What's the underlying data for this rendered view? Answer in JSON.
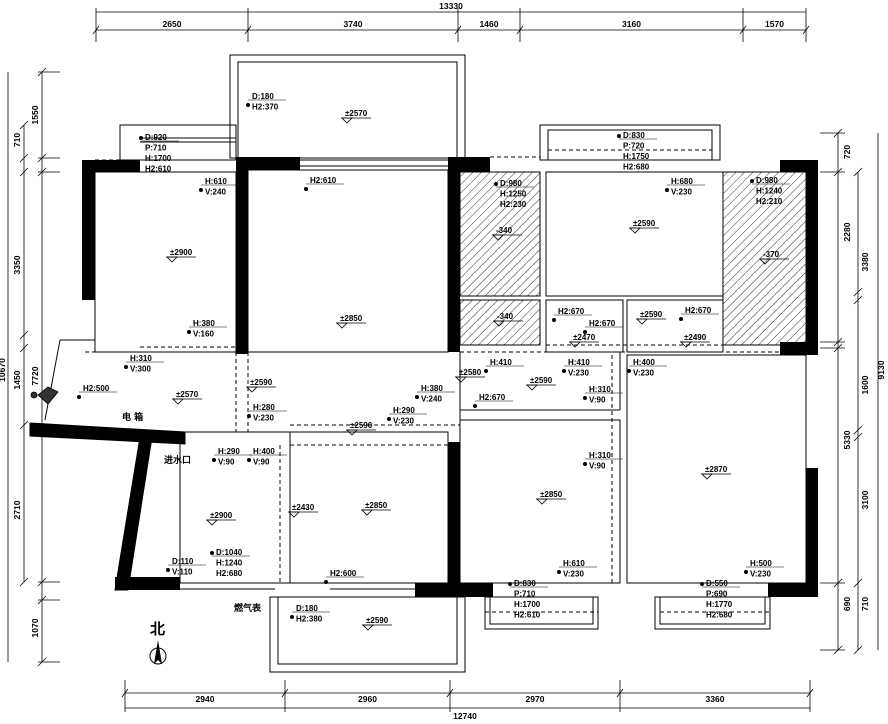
{
  "title": "Floor plan with elevation and outlet annotations",
  "dimensions": {
    "top_total": "13330",
    "top_segments": [
      "2650",
      "3740",
      "1460",
      "3160",
      "1570"
    ],
    "bottom_total": "12740",
    "bottom_segments": [
      "2940",
      "2960",
      "2970",
      "3360"
    ],
    "left_total": "10670",
    "left_inner": "7720",
    "left_segments": [
      "1550",
      "710",
      "3350",
      "1450",
      "2710",
      "1070"
    ],
    "right_total": "9130",
    "right_inner": [
      "720",
      "2280",
      "5330",
      "690"
    ],
    "right_outer": [
      "3380",
      "1600",
      "3100",
      "710"
    ]
  },
  "elevations": [
    "±2570",
    "±2900",
    "±2850",
    "±2590",
    "-340",
    "-340",
    "-370",
    "±2590",
    "±2470",
    "±2490",
    "±2580",
    "±2590",
    "±2570",
    "±2590",
    "±2590",
    "±2900",
    "±2430",
    "±2850",
    "±2850",
    "±2870",
    "±2590"
  ],
  "annotations": [
    {
      "lines": [
        "D:180",
        "H2:370"
      ]
    },
    {
      "lines": [
        "D:920",
        "P:710",
        "H:1700",
        "H2:610"
      ]
    },
    {
      "lines": [
        "H:610",
        "V:240"
      ]
    },
    {
      "lines": [
        "H2:610"
      ]
    },
    {
      "lines": [
        "H:380",
        "V:160"
      ]
    },
    {
      "lines": [
        "H:310",
        "V:300"
      ]
    },
    {
      "lines": [
        "H2:500"
      ]
    },
    {
      "lines": [
        "H:380",
        "V:240"
      ]
    },
    {
      "lines": [
        "H:280",
        "V:230"
      ]
    },
    {
      "lines": [
        "H:290",
        "V:230"
      ]
    },
    {
      "lines": [
        "H:290",
        "V:90"
      ]
    },
    {
      "lines": [
        "H:400",
        "V:90"
      ]
    },
    {
      "lines": [
        "D:110",
        "V:110"
      ]
    },
    {
      "lines": [
        "D:1040",
        "H:1240",
        "H2:680"
      ]
    },
    {
      "lines": [
        "H2:600"
      ]
    },
    {
      "lines": [
        "D:180",
        "H2:380"
      ]
    },
    {
      "lines": [
        "D:830",
        "P:720",
        "H:1750",
        "H2:680"
      ]
    },
    {
      "lines": [
        "D:980",
        "H:1250",
        "H2:230"
      ]
    },
    {
      "lines": [
        "H:680",
        "V:230"
      ]
    },
    {
      "lines": [
        "D:980",
        "H:1240",
        "H2:210"
      ]
    },
    {
      "lines": [
        "H2:670"
      ]
    },
    {
      "lines": [
        "H2:670"
      ]
    },
    {
      "lines": [
        "H2:670"
      ]
    },
    {
      "lines": [
        "H:410"
      ]
    },
    {
      "lines": [
        "H:410",
        "V:230"
      ]
    },
    {
      "lines": [
        "H:400",
        "V:230"
      ]
    },
    {
      "lines": [
        "H2:670"
      ]
    },
    {
      "lines": [
        "H:310",
        "V:90"
      ]
    },
    {
      "lines": [
        "H:310",
        "V:90"
      ]
    },
    {
      "lines": [
        "H:610",
        "V:230"
      ]
    },
    {
      "lines": [
        "D:830",
        "P:710",
        "H:1700",
        "H2:610"
      ]
    },
    {
      "lines": [
        "H:500",
        "V:230"
      ]
    },
    {
      "lines": [
        "D:550",
        "P:690",
        "H:1770",
        "H2:680"
      ]
    }
  ],
  "labels": {
    "electric_box": "电 箱",
    "water_inlet": "进水口",
    "gas_meter": "燃气表",
    "north": "北"
  }
}
